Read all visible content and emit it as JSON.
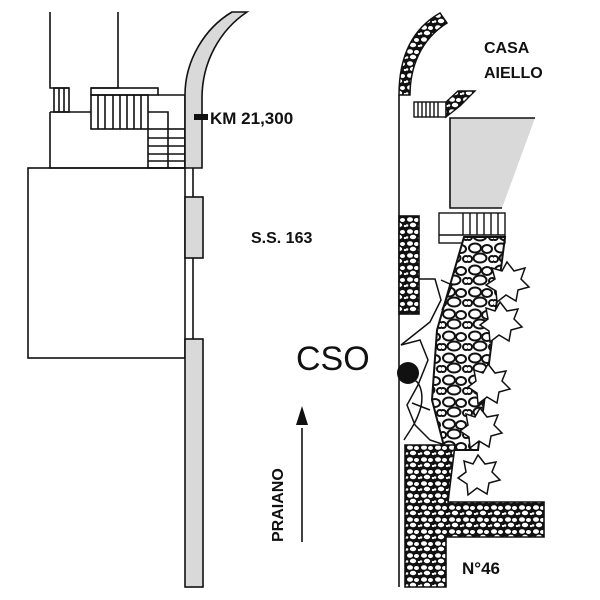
{
  "map": {
    "type": "site-plan",
    "labels": {
      "km_marker": "KM 21,300",
      "road": "S.S. 163",
      "house_name_line1": "CASA",
      "house_name_line2": "AIELLO",
      "point": "CSO",
      "direction": "PRAIANO",
      "house_number": "N°46"
    },
    "colors": {
      "line": "#111111",
      "fill_gray": "#d9d9d9",
      "background": "#ffffff"
    },
    "legend_items": [
      {
        "name": "km-marker",
        "label": "KM 21,300"
      },
      {
        "name": "cso-point",
        "label": "CSO"
      },
      {
        "name": "direction-arrow",
        "label": "PRAIANO"
      }
    ]
  }
}
